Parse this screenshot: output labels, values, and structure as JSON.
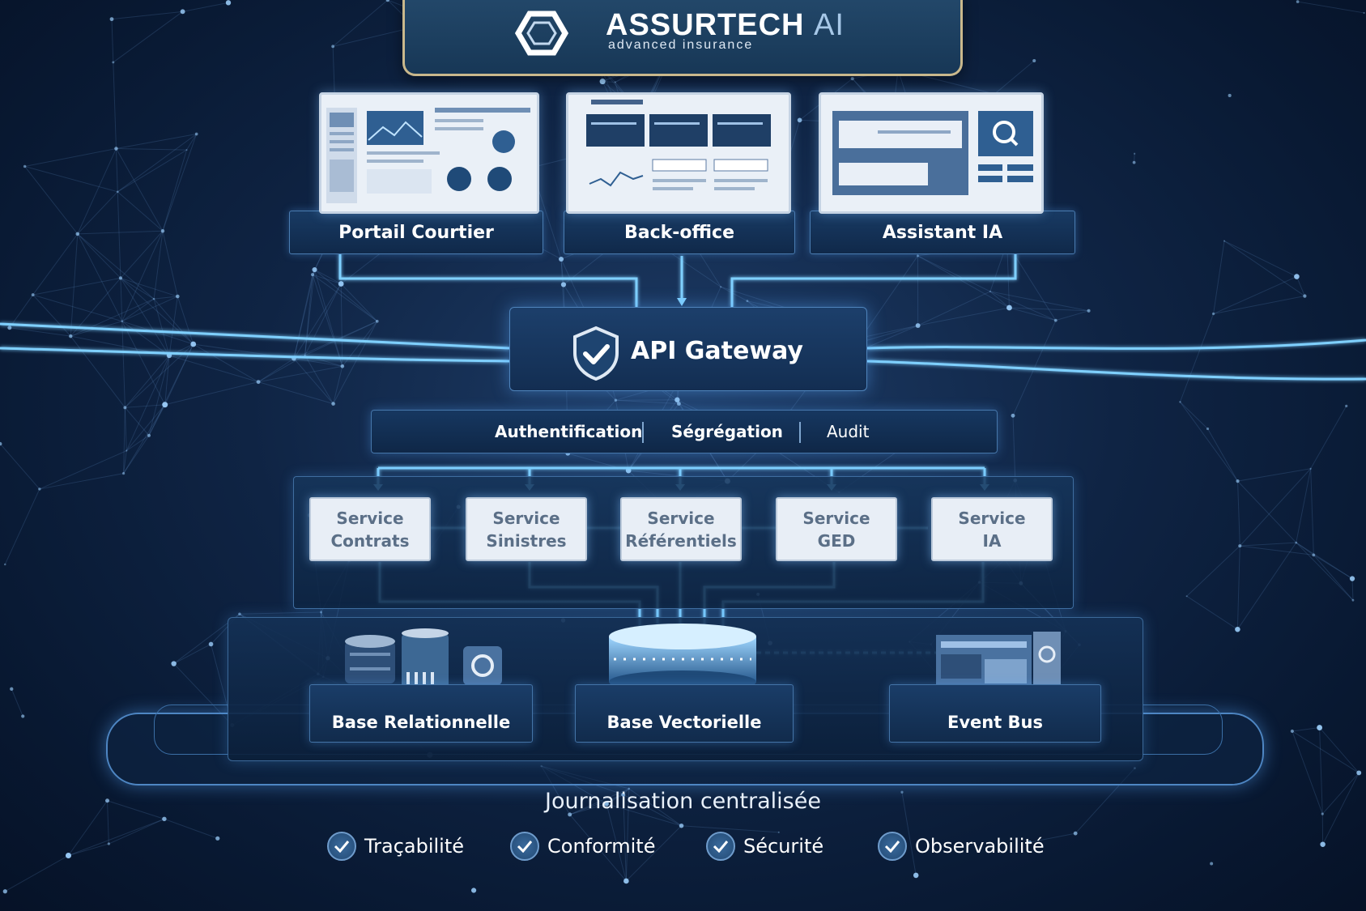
{
  "brand": {
    "name": "ASSURTECH",
    "name_accent": "AI",
    "tagline": "advanced insurance"
  },
  "apps": [
    {
      "label": "Portail Courtier",
      "icon": "dashboard-screen-icon"
    },
    {
      "label": "Back-office",
      "icon": "admin-screen-icon"
    },
    {
      "label": "Assistant IA",
      "icon": "ai-assistant-screen-icon"
    }
  ],
  "gateway": {
    "title": "API Gateway",
    "icon": "shield-check-icon",
    "policies": [
      "Authentification",
      "Ségrégation",
      "Audit"
    ]
  },
  "services": [
    {
      "line1": "Service",
      "line2": "Contrats"
    },
    {
      "line1": "Service",
      "line2": "Sinistres"
    },
    {
      "line1": "Service",
      "line2": "Référentiels"
    },
    {
      "line1": "Service",
      "line2": "GED"
    },
    {
      "line1": "Service",
      "line2": "IA"
    }
  ],
  "data_layer": [
    {
      "label": "Base Relationnelle",
      "icon": "database-stack-icon"
    },
    {
      "label": "Base Vectorielle",
      "icon": "vector-db-cylinder-icon"
    },
    {
      "label": "Event Bus",
      "icon": "server-rack-icon"
    }
  ],
  "logging": {
    "title": "Journalisation centralisée",
    "items": [
      "Traçabilité",
      "Conformité",
      "Sécurité",
      "Observabilité"
    ]
  },
  "colors": {
    "background": "#0f2444",
    "glow": "#6cc6ff",
    "service_box": "#e8eef6",
    "service_text": "#5b6f87",
    "logo_border": "#c9b88c"
  }
}
